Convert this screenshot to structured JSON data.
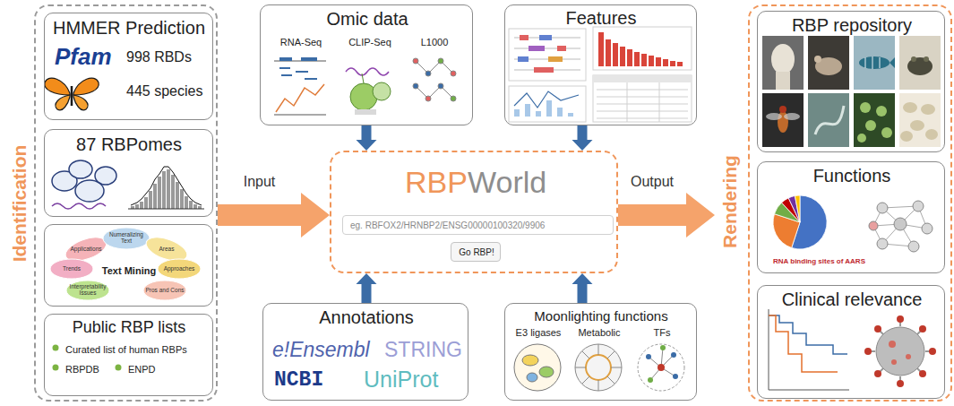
{
  "diagram": {
    "nodes": [
      {
        "text": [
          "Identification"
        ]
      },
      {
        "text": [
          "HMMER Prediction",
          "Pfam",
          "998 RBDs",
          "445 species"
        ],
        "in": 0
      },
      {
        "text": [
          "87 RBPomes"
        ],
        "in": 0
      },
      {
        "text": [
          "Text Mining"
        ],
        "in": 0
      },
      {
        "text": [
          "Public RBP lists",
          "Curated list of human RBPs",
          "RBPDB",
          "ENPD"
        ],
        "in": 0
      },
      {
        "text": [
          "Omic data",
          "RNA-Seq",
          "CLIP-Seq",
          "L1000"
        ]
      },
      {
        "text": [
          "Features"
        ]
      },
      {
        "text": [
          "RBP",
          "World"
        ]
      },
      {
        "text": [
          "eg. RBFOX2/HRNBP2/ENSG00000100320/9906"
        ],
        "in": 7
      },
      {
        "text": [
          "Go RBP!"
        ],
        "in": 7
      },
      {
        "text": [
          "Annotations",
          "e!Ensembl",
          "STRING",
          "NCBI",
          "UniProt"
        ]
      },
      {
        "text": [
          "Moonlighting functions",
          "E3 ligases",
          "Metabolic",
          "TFs"
        ]
      },
      {
        "text": [
          "Rendering"
        ]
      },
      {
        "text": [
          "RBP repository"
        ],
        "in": 12
      },
      {
        "text": [
          "Functions",
          "RNA binding sites of AARS"
        ],
        "in": 12
      },
      {
        "text": [
          "Clinical relevance"
        ],
        "in": 12
      }
    ],
    "edges": [
      {
        "from": 0,
        "to": 7,
        "label": "Input",
        "arrow": "to"
      },
      {
        "from": 5,
        "to": 7,
        "arrow": "to"
      },
      {
        "from": 6,
        "to": 7,
        "arrow": "to"
      },
      {
        "from": 10,
        "to": 7,
        "arrow": "to"
      },
      {
        "from": 11,
        "to": 7,
        "arrow": "to"
      },
      {
        "from": 7,
        "to": 12,
        "label": "Output",
        "arrow": "to"
      }
    ],
    "labels": [
      "Applications",
      "Numeralizing Text",
      "Areas",
      "Approaches",
      "Pros and Cons",
      "Interpretability Issues",
      "Trends"
    ]
  }
}
